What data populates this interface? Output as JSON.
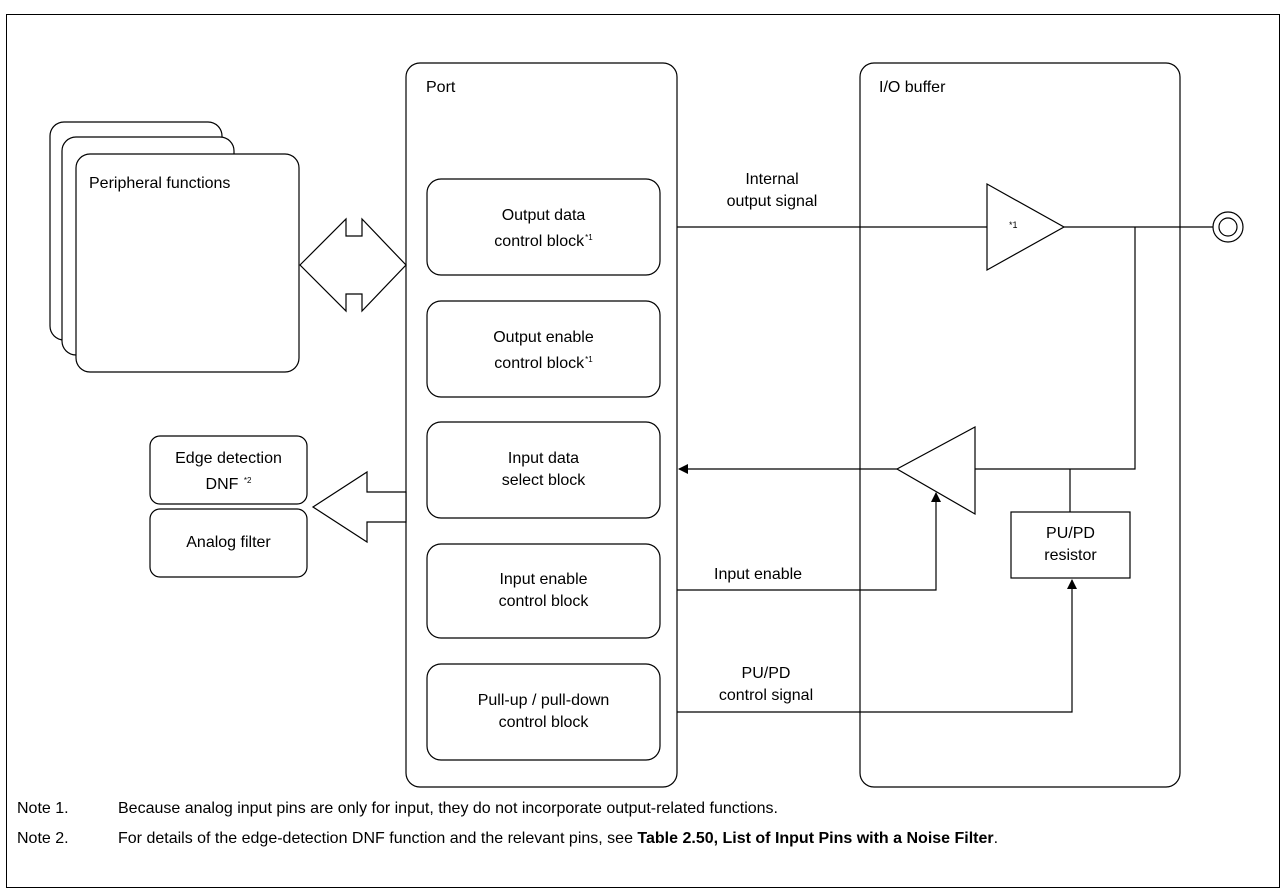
{
  "diagram": {
    "port_title": "Port",
    "io_buffer_title": "I/O buffer",
    "peripheral_functions": "Peripheral functions",
    "blocks": {
      "output_data": {
        "line1": "Output data",
        "line2": "control block",
        "sup": "*1"
      },
      "output_enable": {
        "line1": "Output enable",
        "line2": "control block",
        "sup": "*1"
      },
      "input_data": {
        "line1": "Input data",
        "line2": "select block"
      },
      "input_enable": {
        "line1": "Input enable",
        "line2": "control block"
      },
      "pullup_pulldown": {
        "line1": "Pull-up / pull-down",
        "line2": "control block"
      }
    },
    "edge_detection": {
      "line1": "Edge detection",
      "line2": "DNF",
      "sup": "*2"
    },
    "analog_filter": "Analog filter",
    "output_buffer_mark": "*1",
    "pupd_resistor": {
      "line1": "PU/PD",
      "line2": "resistor"
    },
    "signals": {
      "internal_output": {
        "line1": "Internal",
        "line2": "output signal"
      },
      "input_enable": "Input enable",
      "pupd_control": {
        "line1": "PU/PD",
        "line2": "control signal"
      }
    }
  },
  "notes": [
    {
      "label": "Note 1.",
      "text": "Because analog input pins are only for input, they do not incorporate output-related functions.",
      "bold": "",
      "after": ""
    },
    {
      "label": "Note 2.",
      "text": "For details of the edge-detection DNF function and the relevant pins, see ",
      "bold": "Table 2.50, List of Input Pins with a Noise Filter",
      "after": "."
    }
  ]
}
